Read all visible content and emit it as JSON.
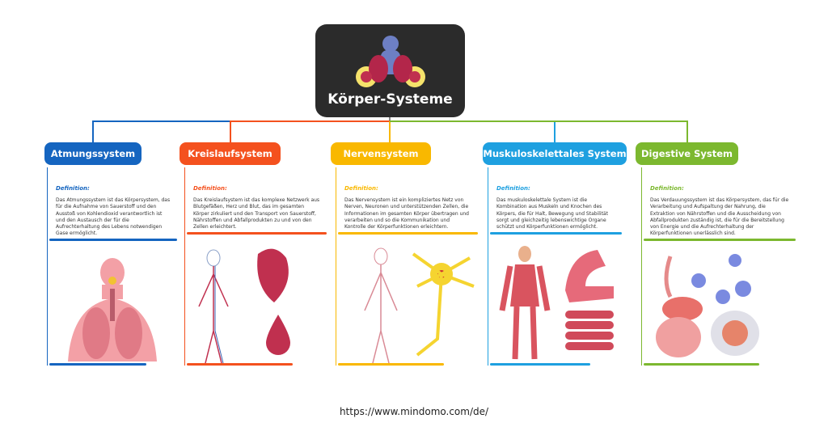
{
  "title": "Körper-Systeme",
  "definition_label": "Definition:",
  "systems": [
    {
      "name": "Atmungssystem",
      "color": "#1565c0",
      "text": "Das Atmungssystem ist das Körpersystem, das für die Aufnahme von Sauerstoff und den Ausstoß von Kohlendioxid verantwortlich ist und den Austausch der für die Aufrechterhaltung des Lebens notwendigen Gase ermöglicht."
    },
    {
      "name": "Kreislaufsystem",
      "color": "#f4511e",
      "text": "Das Kreislaufsystem ist das komplexe Netzwerk aus Blutgefäßen, Herz und Blut, das im gesamten Körper zirkuliert und den Transport von Sauerstoff, Nährstoffen und Abfallprodukten zu und von den Zellen erleichtert."
    },
    {
      "name": "Nervensystem",
      "color": "#f9b800",
      "text": "Das Nervensystem ist ein kompliziertes Netz von Nerven, Neuronen und unterstützenden Zellen, die Informationen im gesamten Körper übertragen und verarbeiten und so die Kommunikation und Kontrolle der Körperfunktionen erleichtern."
    },
    {
      "name": "Muskuloskelettales System",
      "color": "#1ea0e0",
      "text": "Das muskuloskelettale System ist die Kombination aus Muskeln und Knochen des Körpers, die für Halt, Bewegung und Stabilität sorgt und gleichzeitig lebenswichtige Organe schützt und Körperfunktionen ermöglicht."
    },
    {
      "name": "Digestive System",
      "color": "#7cb82f",
      "text": "Das Verdauungssystem ist das Körpersystem, das für die Verarbeitung und Aufspaltung der Nahrung, die Extraktion von Nährstoffen und die Ausscheidung von Abfallprodukten zuständig ist, die für die Bereitstellung von Energie und die Aufrechterhaltung der Körperfunktionen unerlässlich sind."
    }
  ],
  "footer_url": "https://www.mindomo.com/de/"
}
